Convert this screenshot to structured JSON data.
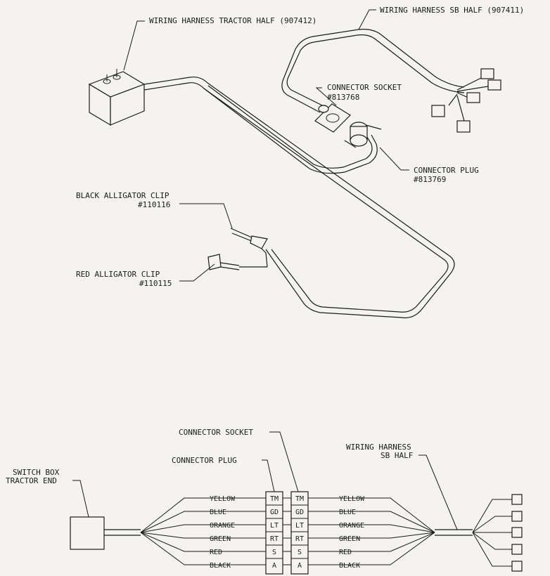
{
  "top_diagram": {
    "tractor_half": "WIRING HARNESS TRACTOR HALF (907412)",
    "sb_half": "WIRING HARNESS SB HALF (907411)",
    "connector_socket_title": "CONNECTOR SOCKET",
    "connector_socket_part": "#813768",
    "connector_plug_title": "CONNECTOR PLUG",
    "connector_plug_part": "#813769",
    "black_clip_title": "BLACK ALLIGATOR CLIP",
    "black_clip_part": "#110116",
    "red_clip_title": "RED ALLIGATOR CLIP",
    "red_clip_part": "#110115"
  },
  "bottom_diagram": {
    "connector_socket": "CONNECTOR SOCKET",
    "connector_plug": "CONNECTOR PLUG",
    "sb_half_line1": "WIRING HARNESS",
    "sb_half_line2": "SB HALF",
    "switch_box_line1": "SWITCH BOX",
    "switch_box_line2": "TRACTOR END",
    "wires": [
      {
        "left": "YELLOW",
        "pin": "TM",
        "right": "YELLOW"
      },
      {
        "left": "BLUE",
        "pin": "GD",
        "right": "BLUE"
      },
      {
        "left": "ORANGE",
        "pin": "LT",
        "right": "ORANGE"
      },
      {
        "left": "GREEN",
        "pin": "RT",
        "right": "GREEN"
      },
      {
        "left": "RED",
        "pin": "S",
        "right": "RED"
      },
      {
        "left": "BLACK",
        "pin": "A",
        "right": "BLACK"
      }
    ]
  }
}
